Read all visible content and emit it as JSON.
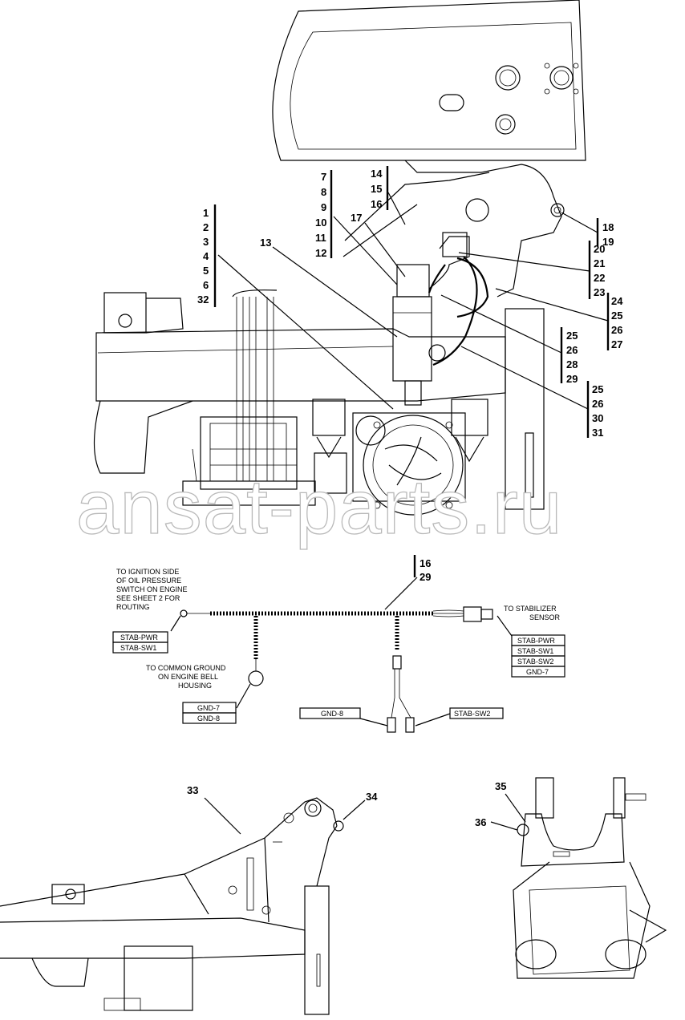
{
  "watermark": "ansat-parts.ru",
  "callouts": {
    "group_1_6_32": [
      "1",
      "2",
      "3",
      "4",
      "5",
      "6",
      "32"
    ],
    "group_7_12": [
      "7",
      "8",
      "9",
      "10",
      "11",
      "12"
    ],
    "group_14_16": [
      "14",
      "15",
      "16"
    ],
    "item_13": "13",
    "item_17": "17",
    "group_18_19": [
      "18",
      "19"
    ],
    "group_20_23": [
      "20",
      "21",
      "22",
      "23"
    ],
    "group_24_27": [
      "24",
      "25",
      "26",
      "27"
    ],
    "group_25_29": [
      "25",
      "26",
      "28",
      "29"
    ],
    "group_25_31": [
      "25",
      "26",
      "30",
      "31"
    ],
    "group_16_29": [
      "16",
      "29"
    ],
    "item_33": "33",
    "item_34": "34",
    "item_35": "35",
    "item_36": "36"
  },
  "harness": {
    "note_ignition": [
      "TO IGNITION SIDE",
      "OF OIL PRESSURE",
      "SWITCH ON ENGINE",
      "SEE SHEET 2 FOR",
      "ROUTING"
    ],
    "note_stabilizer": [
      "TO STABILIZER",
      "SENSOR"
    ],
    "note_ground": [
      "TO COMMON GROUND",
      "ON ENGINE BELL",
      "HOUSING"
    ],
    "labels_ignition": [
      "STAB-PWR",
      "STAB-SW1"
    ],
    "labels_sensor": [
      "STAB-PWR",
      "STAB-SW1",
      "STAB-SW2",
      "GND-7"
    ],
    "labels_ground": [
      "GND-7",
      "GND-8"
    ],
    "label_gnd8": "GND-8",
    "label_sw2": "STAB-SW2"
  }
}
